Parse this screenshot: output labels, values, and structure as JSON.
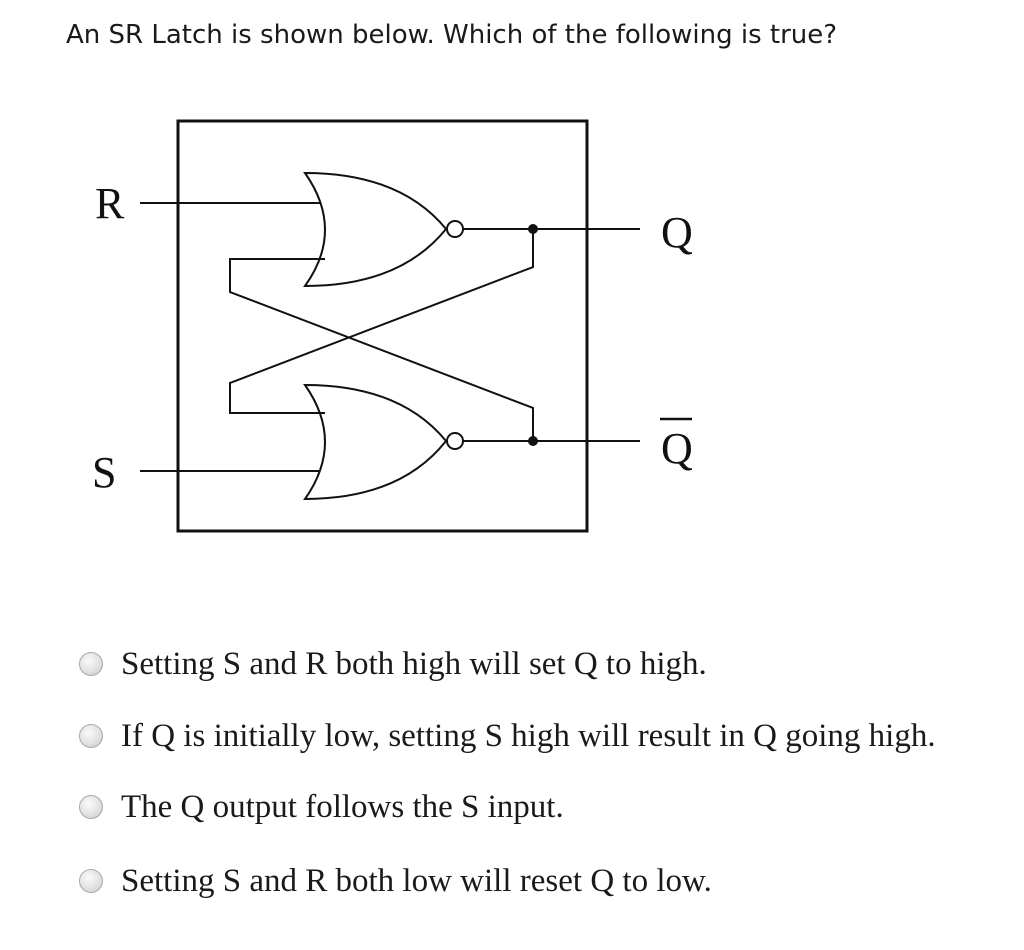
{
  "question": {
    "text": "An SR Latch is shown below.  Which of the following is true?"
  },
  "diagram": {
    "input_r": "R",
    "input_s": "S",
    "output_q": "Q",
    "output_qbar": "Q"
  },
  "choices": [
    {
      "label": "Setting S and R both high will set Q to high."
    },
    {
      "label": "If Q is initially low, setting S high will result in Q going high."
    },
    {
      "label": "The Q output follows the S input."
    },
    {
      "label": "Setting S and R both low will reset Q to low."
    }
  ]
}
